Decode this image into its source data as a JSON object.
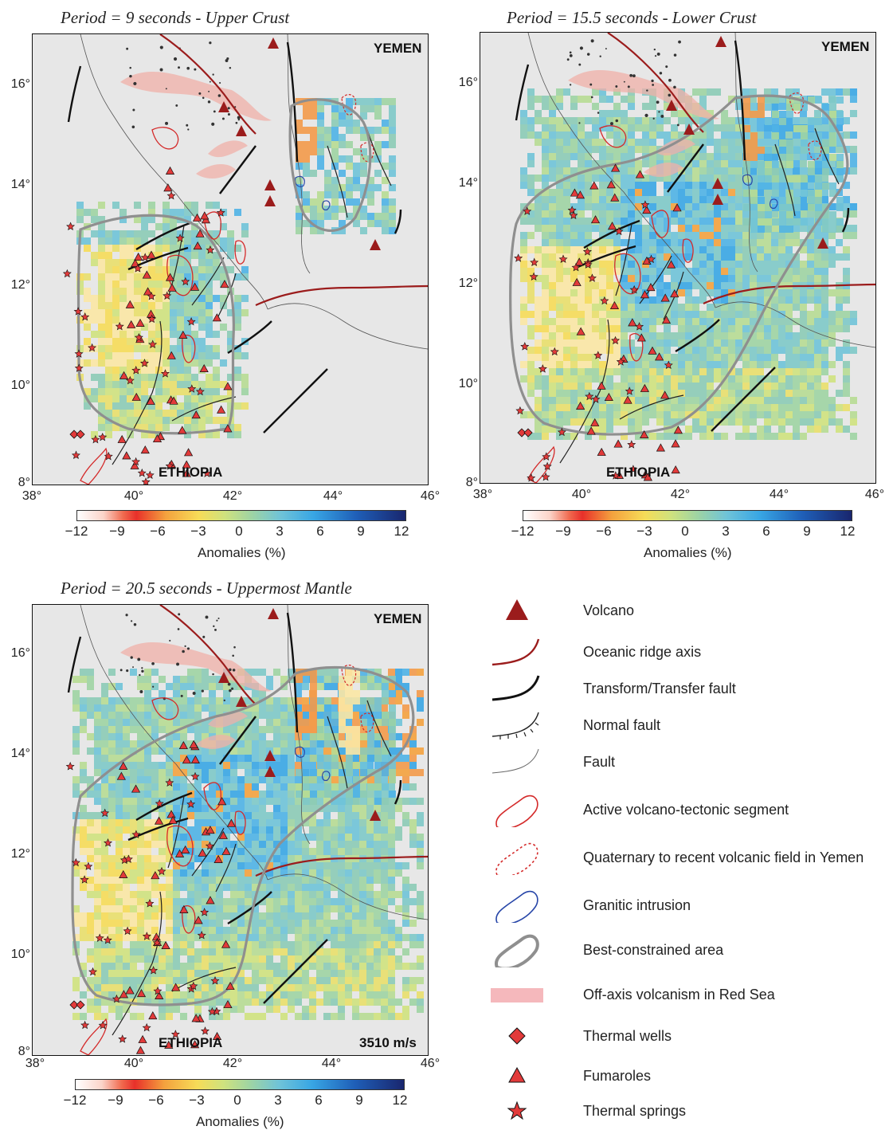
{
  "panels": [
    {
      "title": "Period = 9 seconds - Upper Crust",
      "country_north": "YEMEN",
      "country_south": "ETHIOPIA",
      "speed": "",
      "lat_ticks": [
        "16°",
        "14°",
        "12°",
        "10°",
        "8°"
      ],
      "lon_ticks": [
        "38°",
        "40°",
        "42°",
        "44°",
        "46°"
      ],
      "colorbar_ticks": [
        "−12",
        "−9",
        "−6",
        "−3",
        "0",
        "3",
        "6",
        "9",
        "12"
      ],
      "colorbar_label": "Anomalies (%)"
    },
    {
      "title": "Period = 15.5 seconds - Lower Crust",
      "country_north": "YEMEN",
      "country_south": "ETHIOPIA",
      "speed": "",
      "lat_ticks": [
        "16°",
        "14°",
        "12°",
        "10°",
        "8°"
      ],
      "lon_ticks": [
        "38°",
        "40°",
        "42°",
        "44°",
        "46°"
      ],
      "colorbar_ticks": [
        "−12",
        "−9",
        "−6",
        "−3",
        "0",
        "3",
        "6",
        "9",
        "12"
      ],
      "colorbar_label": "Anomalies (%)"
    },
    {
      "title": "Period = 20.5 seconds - Uppermost Mantle",
      "country_north": "YEMEN",
      "country_south": "ETHIOPIA",
      "speed": "3510 m/s",
      "lat_ticks": [
        "16°",
        "14°",
        "12°",
        "10°",
        "8°"
      ],
      "lon_ticks": [
        "38°",
        "40°",
        "42°",
        "44°",
        "46°"
      ],
      "colorbar_ticks": [
        "−12",
        "−9",
        "−6",
        "−3",
        "0",
        "3",
        "6",
        "9",
        "12"
      ],
      "colorbar_label": "Anomalies (%)"
    }
  ],
  "legend": [
    {
      "label": "Volcano",
      "icon": "volcano-triangle-icon"
    },
    {
      "label": "Oceanic ridge axis",
      "icon": "ridge-axis-line-icon"
    },
    {
      "label": "Transform/Transfer fault",
      "icon": "transform-fault-line-icon"
    },
    {
      "label": "Normal fault",
      "icon": "normal-fault-line-icon"
    },
    {
      "label": "Fault",
      "icon": "fault-line-icon"
    },
    {
      "label": "Active volcano-tectonic segment",
      "icon": "volcano-tectonic-segment-icon"
    },
    {
      "label": "Quaternary to recent volcanic field in Yemen",
      "icon": "volcanic-field-icon"
    },
    {
      "label": "Granitic intrusion",
      "icon": "granitic-intrusion-icon"
    },
    {
      "label": "Best-constrained area",
      "icon": "best-constrained-area-icon"
    },
    {
      "label": "Off-axis volcanism in Red Sea",
      "icon": "off-axis-volcanism-icon"
    },
    {
      "label": "Thermal wells",
      "icon": "thermal-well-diamond-icon"
    },
    {
      "label": "Fumaroles",
      "icon": "fumarole-triangle-icon"
    },
    {
      "label": "Thermal springs",
      "icon": "thermal-spring-star-icon"
    }
  ],
  "colors": {
    "ridge": "#9b1c1c",
    "volcano": "#9b1c1c",
    "segment": "#d42a2a",
    "granite": "#2746a8",
    "best_area": "#8f8f8f",
    "off_axis": "#f0b0a8",
    "thermal": "#e23a3a"
  }
}
